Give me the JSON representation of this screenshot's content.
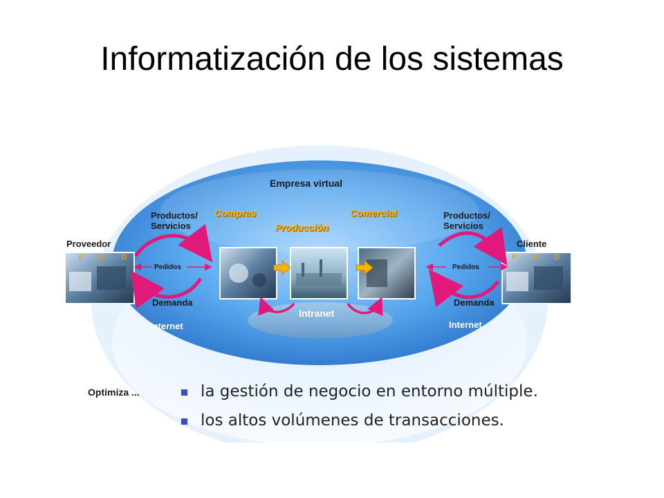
{
  "title": "Informatización de los sistemas",
  "diagram": {
    "empresa_virtual": "Empresa virtual",
    "proveedor": "Proveedor",
    "cliente": "Cliente",
    "productos_servicios_left": [
      "Productos/",
      "Servicios"
    ],
    "productos_servicios_right": [
      "Productos/",
      "Servicios"
    ],
    "pedidos_left": "Pedidos",
    "pedidos_right": "Pedidos",
    "demanda_left": "Demanda",
    "demanda_right": "Demanda",
    "internet_left": "Internet",
    "internet_right": "Internet",
    "intranet": "Intranet",
    "compras": "Compras",
    "produccion": "Producción",
    "comercial": "Comercial",
    "pmd_left": [
      "P",
      "M",
      "D"
    ],
    "pmd_right": [
      "P",
      "M",
      "D"
    ]
  },
  "optimiza": {
    "label": "Optimiza ...",
    "items": [
      "la gestión de negocio en entorno múltiple.",
      "los altos volúmenes de transacciones."
    ]
  },
  "colors": {
    "ellipse_blue": "#4a9ee8",
    "arrow_magenta": "#e0197a",
    "orange_label": "#ffb300",
    "bullet_blue": "#3b4fb0"
  }
}
